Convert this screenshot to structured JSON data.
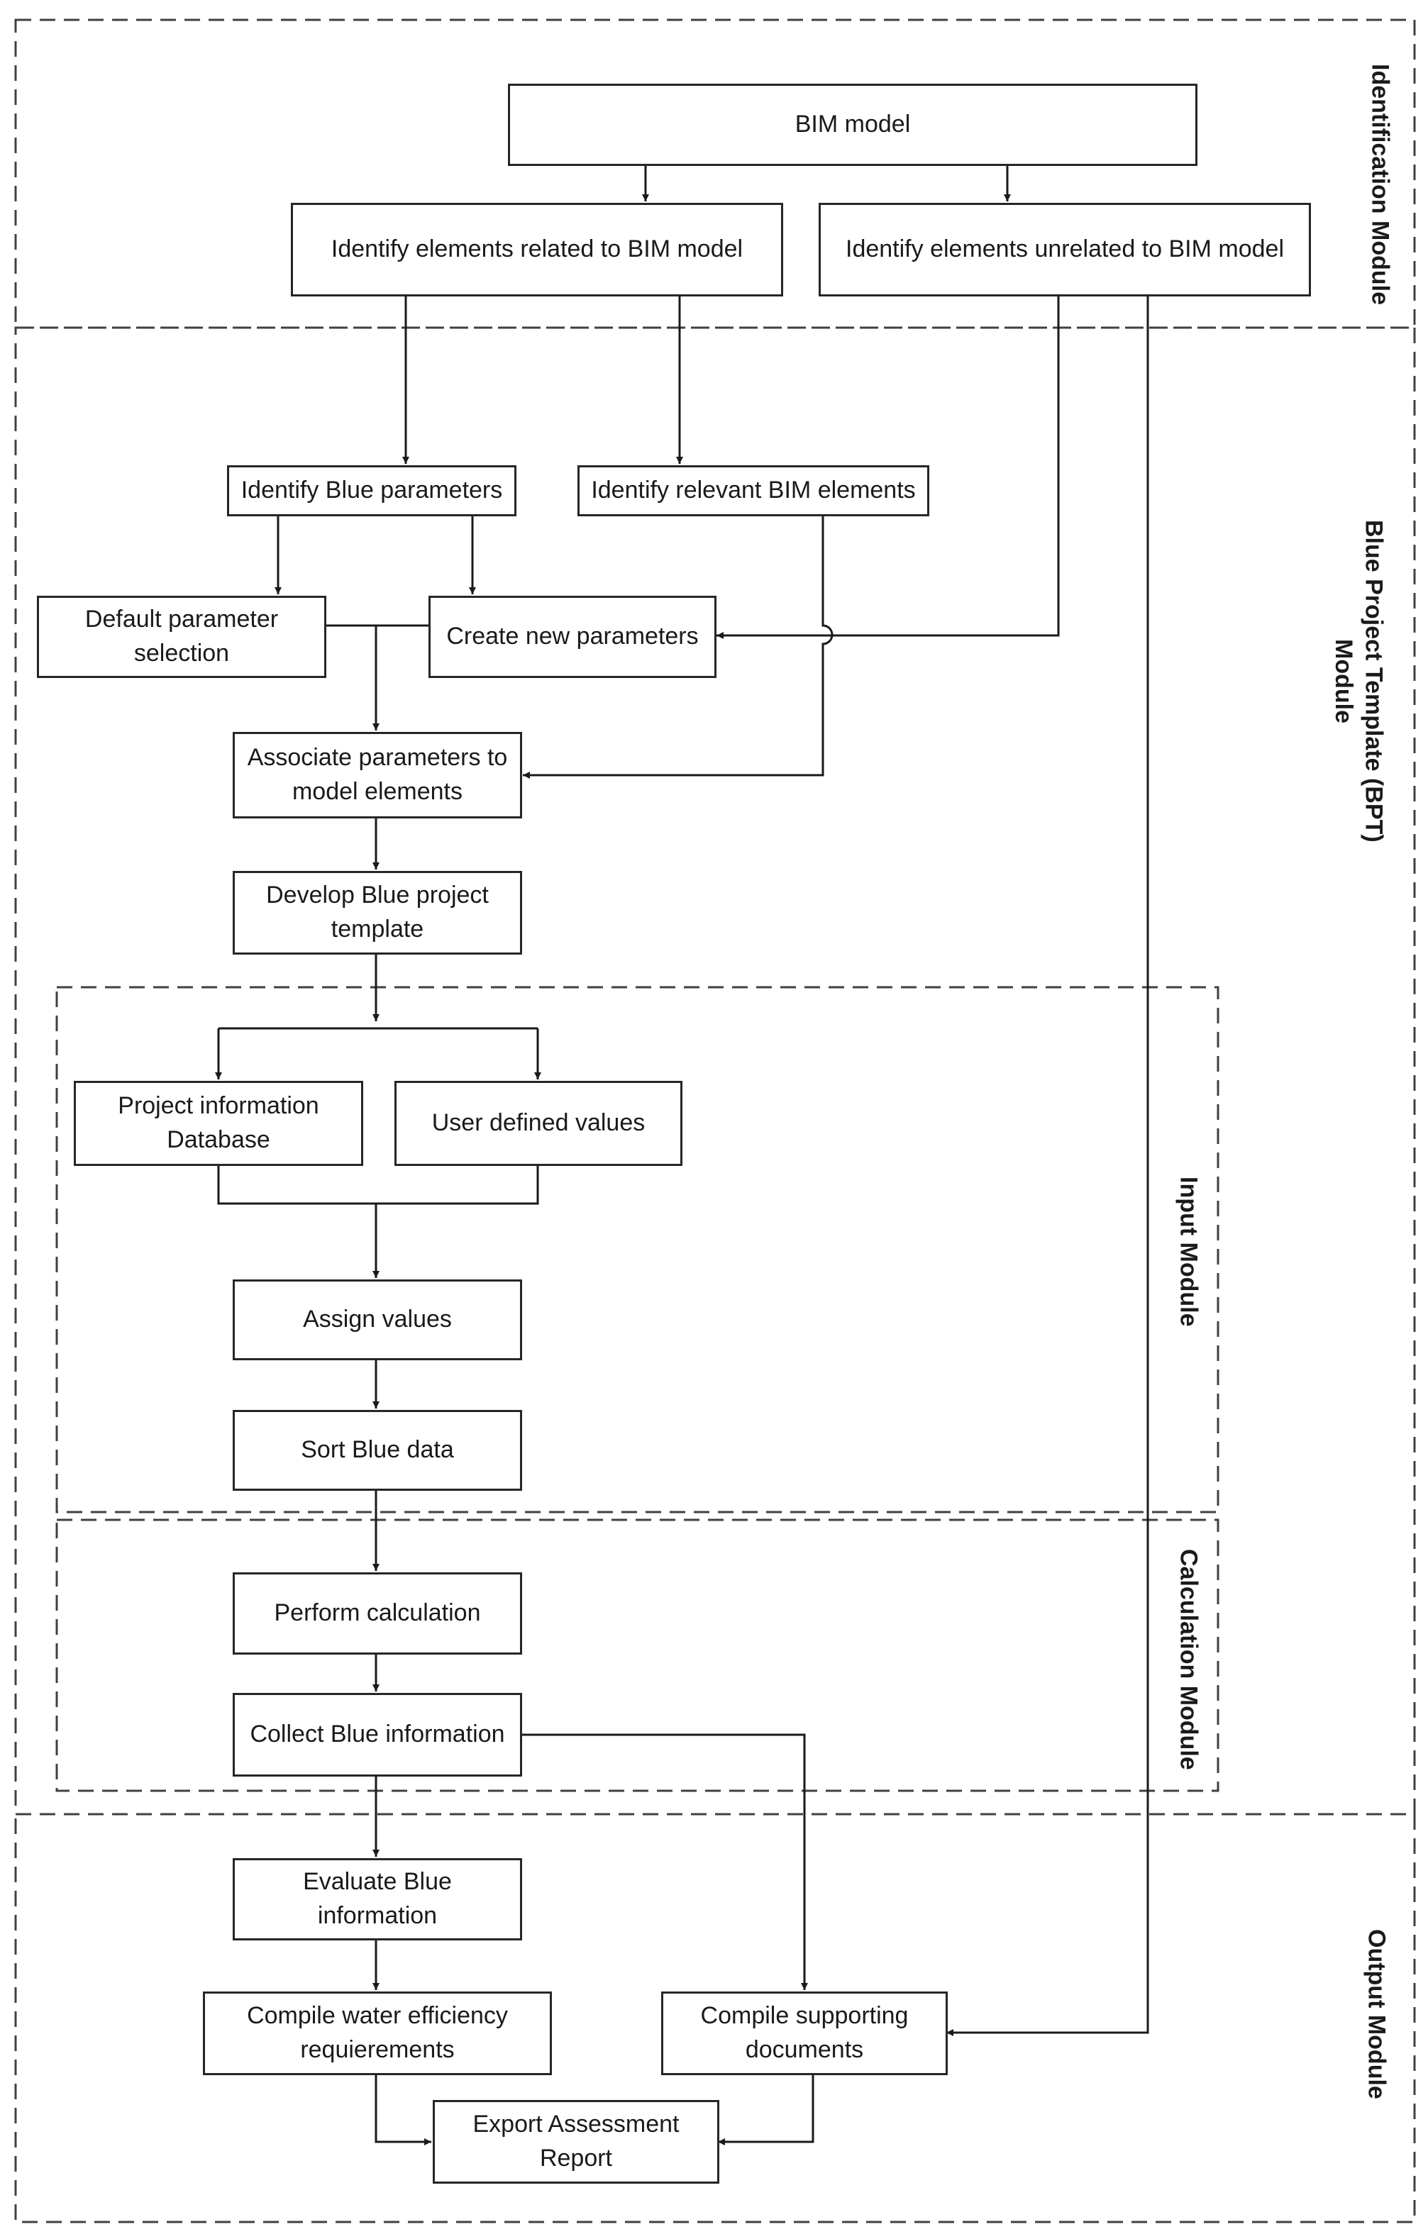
{
  "modules": {
    "identification": "Identification Module",
    "bpt": "Blue Project Template (BPT)\nModule",
    "input": "Input Module",
    "calculation": "Calculation Module",
    "output": "Output Module"
  },
  "steps": {
    "bim_model": "BIM model",
    "identify_related": "Identify elements related to BIM model",
    "identify_unrelated": "Identify elements unrelated to BIM model",
    "identify_blue_parameters": "Identify Blue parameters",
    "identify_relevant_bim": "Identify relevant BIM elements",
    "default_parameter_selection": "Default parameter\nselection",
    "create_new_parameters": "Create new parameters",
    "associate_parameters": "Associate parameters to\nmodel elements",
    "develop_template": "Develop Blue project\ntemplate",
    "project_information": "Project information\nDatabase",
    "user_defined_values": "User defined values",
    "assign_values": "Assign values",
    "sort_blue_data": "Sort Blue data",
    "perform_calculation": "Perform calculation",
    "collect_blue_information": "Collect Blue information",
    "evaluate_blue_information": "Evaluate Blue\ninformation",
    "compile_water_efficiency": "Compile water efficiency\nrequierements",
    "compile_supporting_documents": "Compile supporting\ndocuments",
    "export_assessment_report": "Export Assessment\nReport"
  }
}
